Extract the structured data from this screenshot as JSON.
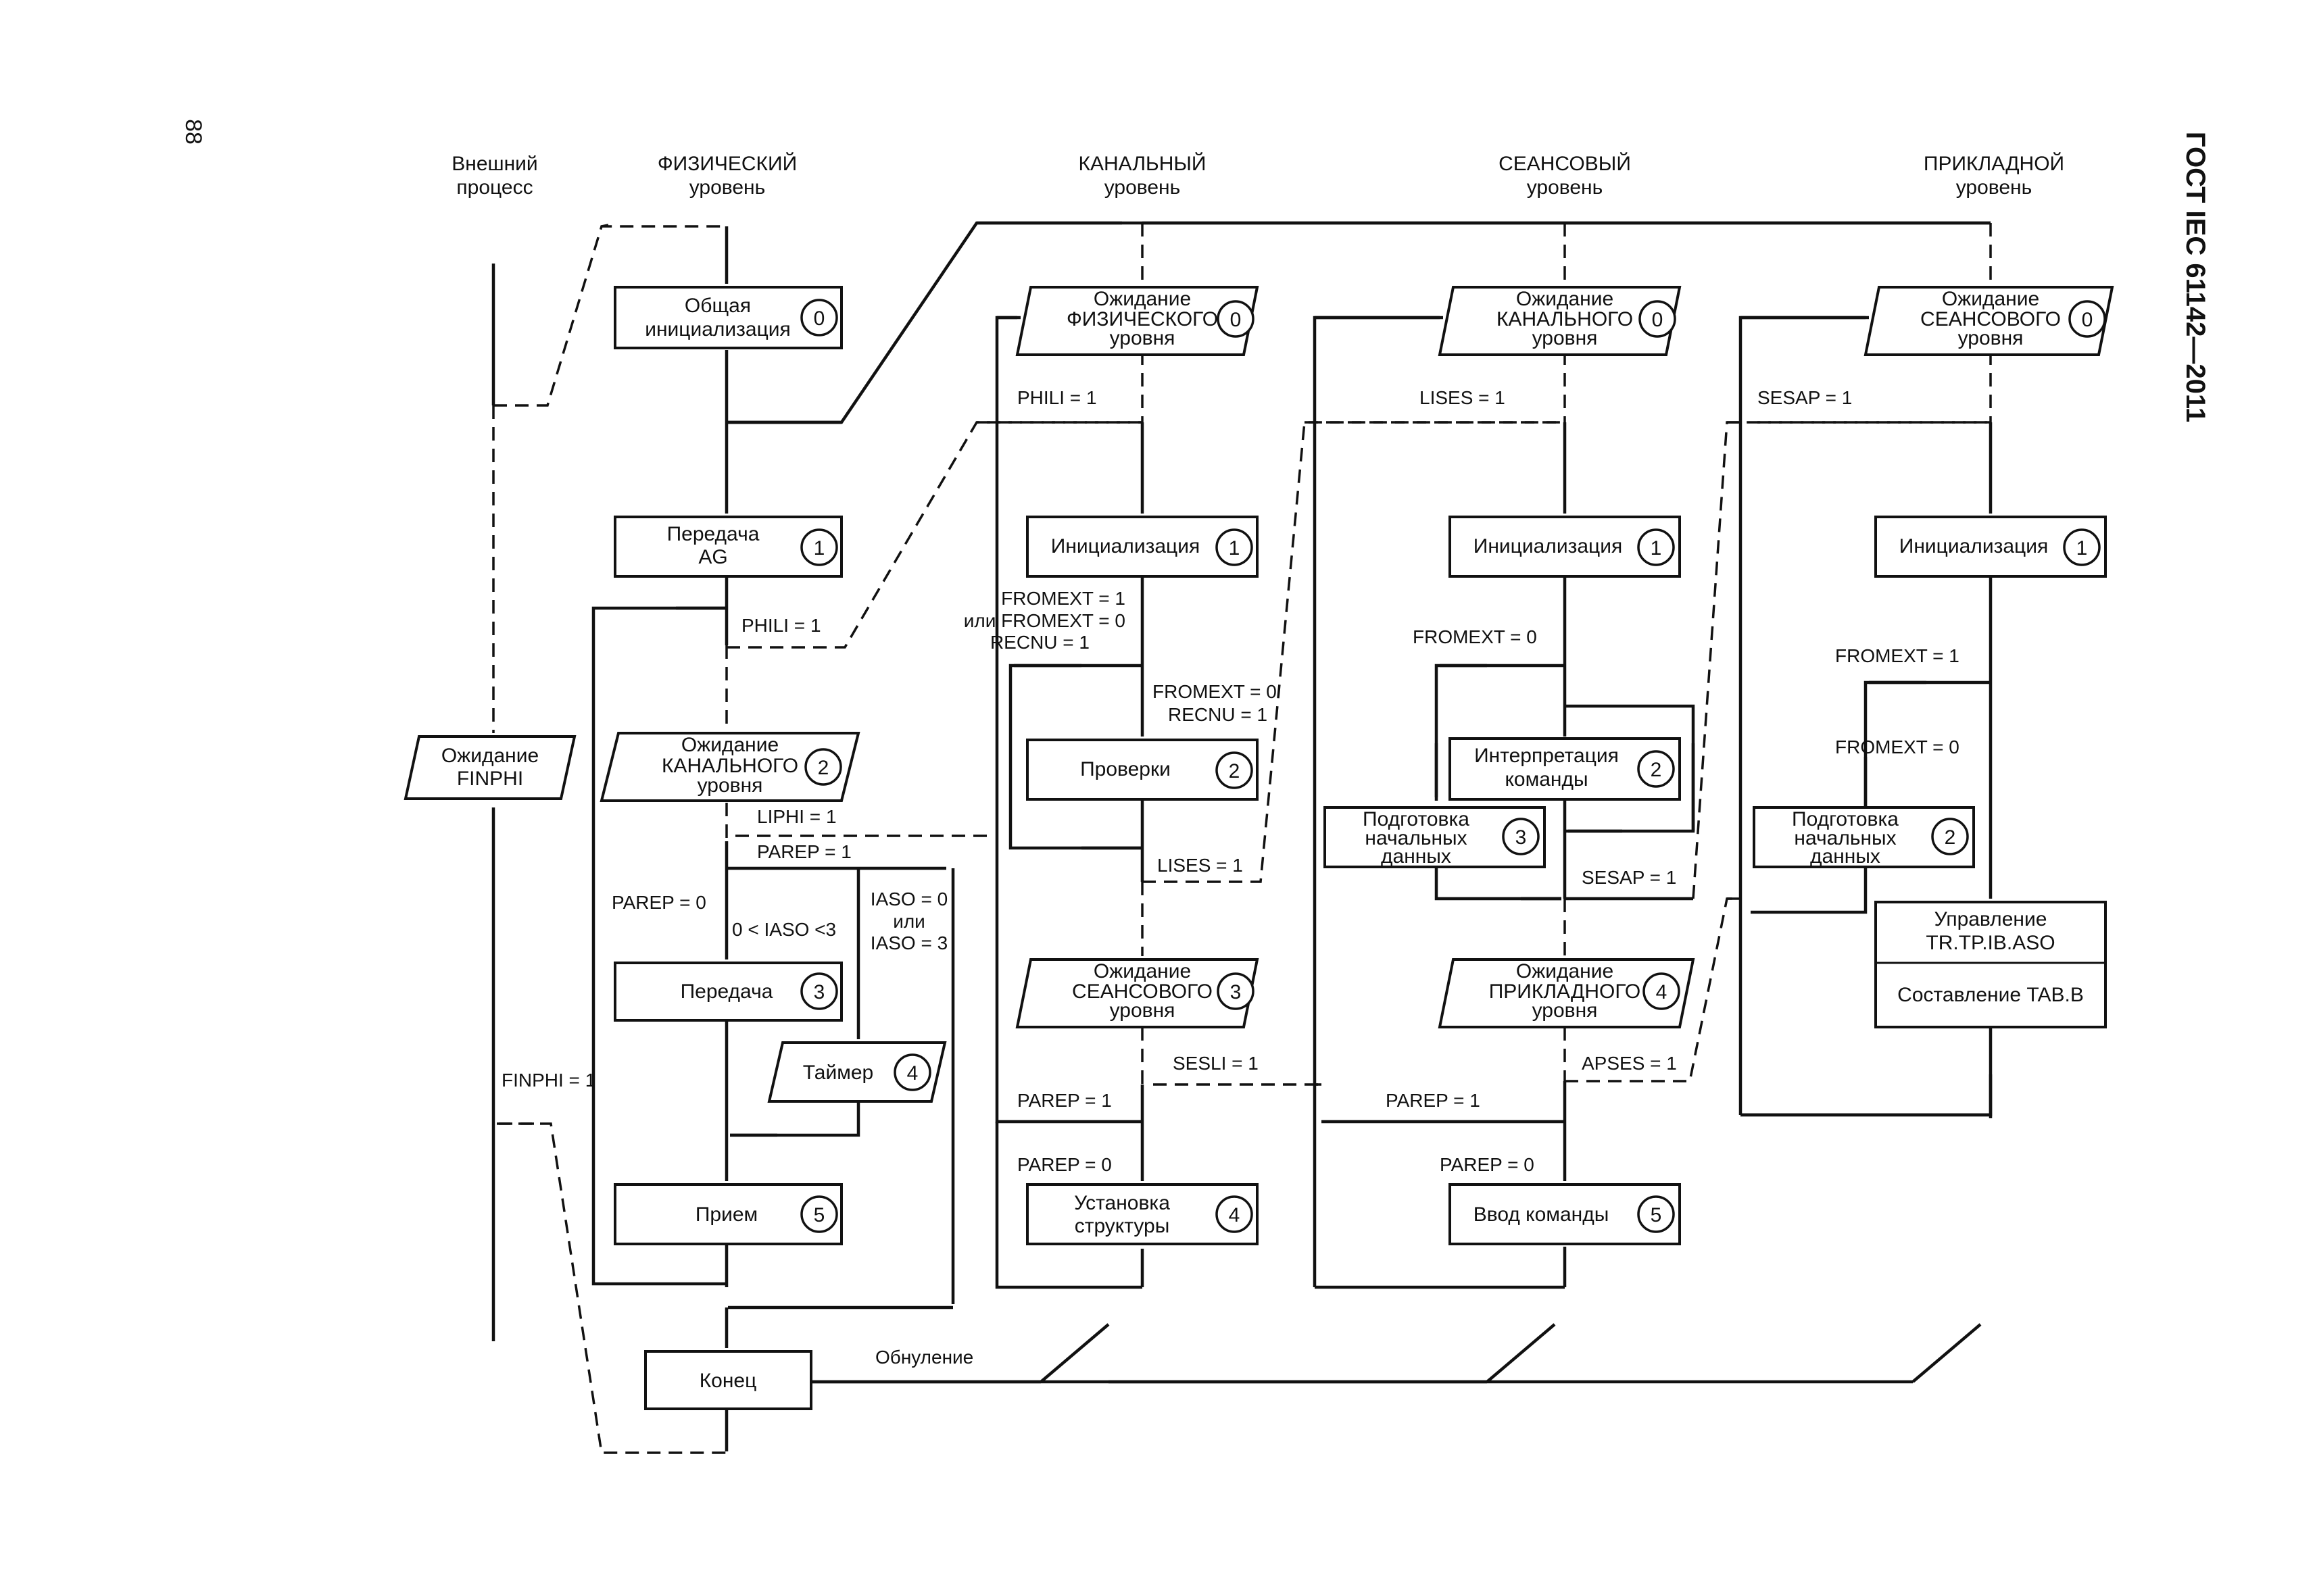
{
  "page": {
    "number": "88",
    "standard": "ГОСТ IEC 61142—2011"
  },
  "headers": {
    "external": [
      "Внешний",
      "процесс"
    ],
    "physical": [
      "ФИЗИЧЕСКИЙ",
      "уровень"
    ],
    "link": [
      "КАНАЛЬНЫЙ",
      "уровень"
    ],
    "session": [
      "СЕАНСОВЫЙ",
      "уровень"
    ],
    "application": [
      "ПРИКЛАДНОЙ",
      "уровень"
    ]
  },
  "external": {
    "wait_finphi": [
      "Ожидание",
      "FINPHI"
    ],
    "finphi_label": "FINPHI = 1"
  },
  "physical": {
    "init": {
      "text": [
        "Общая",
        "инициализация"
      ],
      "num": "0"
    },
    "send_ag": {
      "text": [
        "Передача",
        "AG"
      ],
      "num": "1"
    },
    "phili": "PHILI = 1",
    "wait_link": {
      "text": [
        "Ожидание",
        "КАНАЛЬНОГО",
        "уровня"
      ],
      "num": "2"
    },
    "liphi": "LIPHI = 1",
    "parep1": "PAREP = 1",
    "parep0": "PAREP = 0",
    "iaso_range": "0 < IASO <3",
    "iaso_or": [
      "IASO = 0",
      "или",
      "IASO = 3"
    ],
    "send": {
      "text": "Передача",
      "num": "3"
    },
    "timer": {
      "text": "Таймер",
      "num": "4"
    },
    "receive": {
      "text": "Прием",
      "num": "5"
    },
    "end": "Конец",
    "reset": "Обнуление"
  },
  "link": {
    "wait_phys": {
      "text": [
        "Ожидание",
        "ФИЗИЧЕСКОГО",
        "уровня"
      ],
      "num": "0"
    },
    "phili": "PHILI = 1",
    "init": {
      "text": "Инициализация",
      "num": "1"
    },
    "fromext_cond": [
      "FROMEXT = 1",
      "или FROMEXT = 0",
      "RECNU = 1"
    ],
    "fromext0": [
      "FROMEXT = 0",
      "RECNU = 1"
    ],
    "check": {
      "text": "Проверки",
      "num": "2"
    },
    "lises": "LISES = 1",
    "wait_session": {
      "text": [
        "Ожидание",
        "СЕАНСОВОГО",
        "уровня"
      ],
      "num": "3"
    },
    "sesli": "SESLI = 1",
    "parep1": "PAREP = 1",
    "parep0": "PAREP = 0",
    "setup": {
      "text": [
        "Установка",
        "структуры"
      ],
      "num": "4"
    }
  },
  "session": {
    "wait_link": {
      "text": [
        "Ожидание",
        "КАНАЛЬНОГО",
        "уровня"
      ],
      "num": "0"
    },
    "lises": "LISES = 1",
    "init": {
      "text": "Инициализация",
      "num": "1"
    },
    "fromext0": "FROMEXT = 0",
    "interp": {
      "text": [
        "Интерпретация",
        "команды"
      ],
      "num": "2"
    },
    "prep": {
      "text": [
        "Подготовка",
        "начальных",
        "данных"
      ],
      "num": "3"
    },
    "sesap": "SESAP = 1",
    "wait_app": {
      "text": [
        "Ожидание",
        "ПРИКЛАДНОГО",
        "уровня"
      ],
      "num": "4"
    },
    "apses": "APSES = 1",
    "parep1": "PAREP = 1",
    "parep0": "PAREP = 0",
    "input": {
      "text": "Ввод команды",
      "num": "5"
    }
  },
  "application": {
    "wait_session": {
      "text": [
        "Ожидание",
        "СЕАНСОВОГО",
        "уровня"
      ],
      "num": "0"
    },
    "sesap": "SESAP = 1",
    "init": {
      "text": "Инициализация",
      "num": "1"
    },
    "fromext1": "FROMEXT = 1",
    "fromext0": "FROMEXT = 0",
    "prep": {
      "text": [
        "Подготовка",
        "начальных",
        "данных"
      ],
      "num": "2"
    },
    "control": [
      "Управление",
      "TR.TP.IB.ASO"
    ],
    "compose": "Составление TAB.B"
  }
}
